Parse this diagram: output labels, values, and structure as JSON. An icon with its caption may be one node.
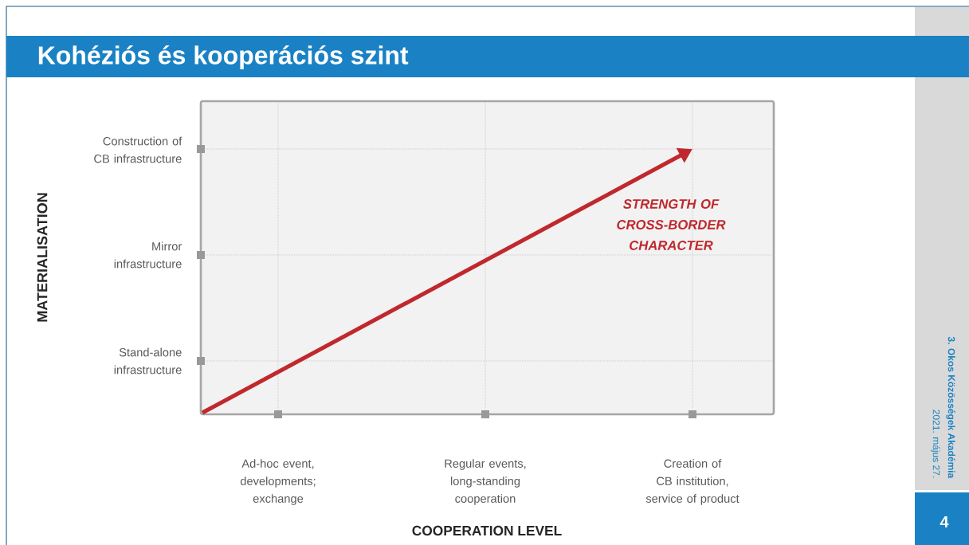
{
  "diagram": {
    "title": "Kohéziós és kooperációs szint",
    "labels": [
      "MATERIALISATION",
      "Construction of CB infrastructure",
      "Mirror infrastructure",
      "Stand-alone infrastructure",
      "STRENGTH OF CROSS-BORDER CHARACTER",
      "Ad-hoc event, developments; exchange",
      "Regular events, long-standing cooperation",
      "Creation of CB institution, service of product",
      "COOPERATION LEVEL",
      "3. Okos Közösségek Akadémia",
      "2021. május 27.",
      "4"
    ]
  }
}
